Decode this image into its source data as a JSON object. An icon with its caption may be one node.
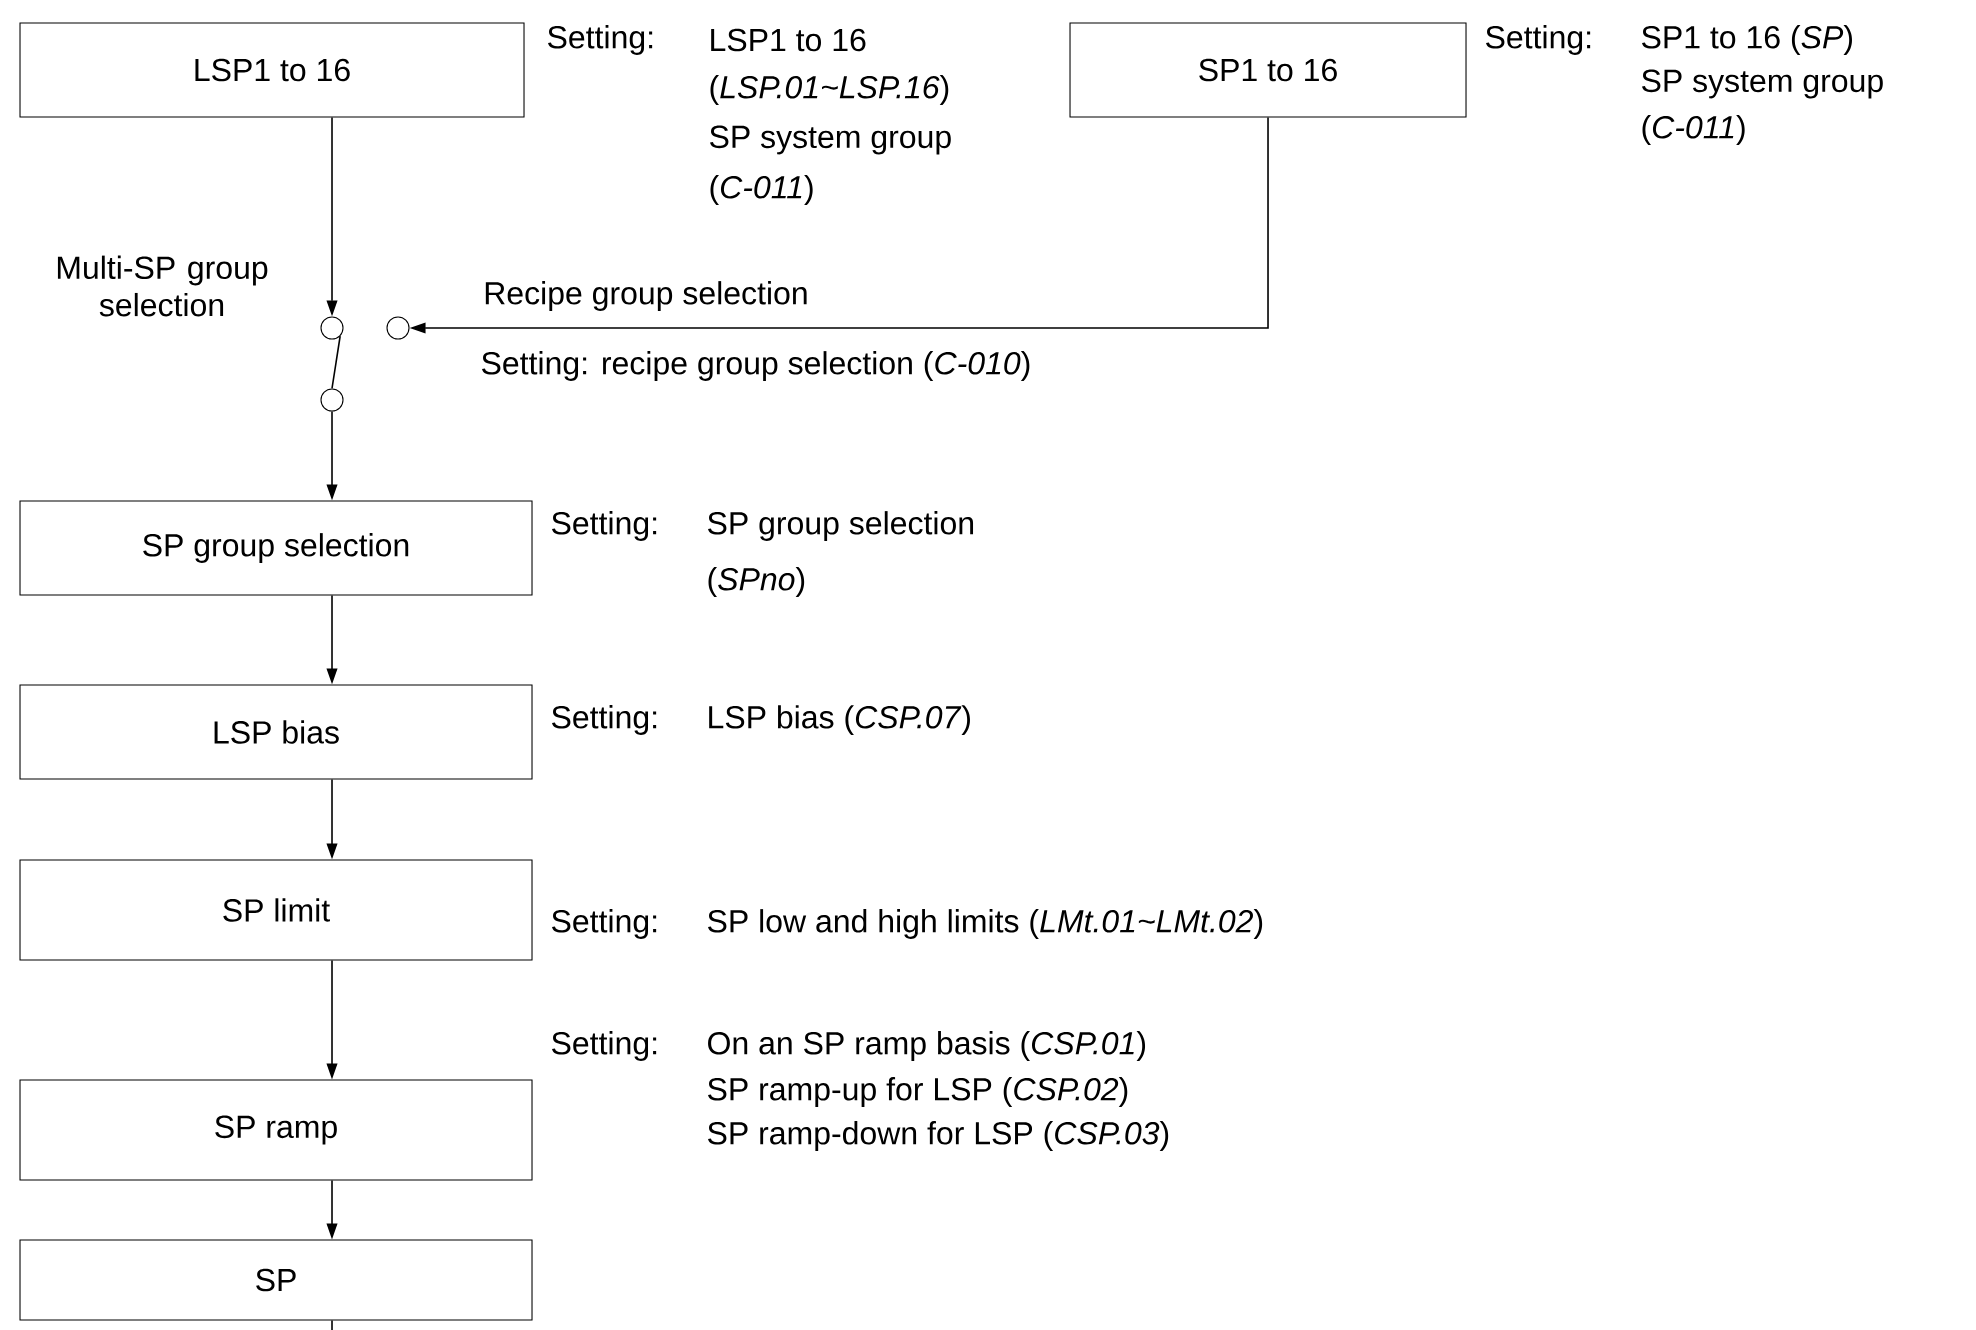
{
  "diagram": {
    "nodes": [
      {
        "text": [
          "LSP1 to 16"
        ],
        "beside": [
          "Setting:",
          "LSP1 to 16",
          "(*LSP.01~LSP.16*)",
          "SP system group",
          "(*C-011*)"
        ]
      },
      {
        "text": [
          "SP1 to 16"
        ],
        "beside": [
          "Setting:",
          "SP1 to 16 (*SP*)",
          "SP system group",
          "(*C-011*)"
        ]
      },
      {
        "text": [],
        "shape": "circle"
      },
      {
        "text": [],
        "shape": "circle"
      },
      {
        "text": [],
        "shape": "circle"
      },
      {
        "text": [
          "SP group selection"
        ],
        "beside": [
          "Setting:",
          "SP group selection",
          "(*SPno*)"
        ]
      },
      {
        "text": [
          "LSP bias"
        ],
        "beside": [
          "Setting:",
          "LSP bias (*CSP.07*)"
        ]
      },
      {
        "text": [
          "SP limit"
        ],
        "beside": [
          "Setting:",
          "SP low and high limits (*LMt.01~LMt.02*)"
        ]
      },
      {
        "text": [
          "SP ramp"
        ],
        "beside": [
          "Setting:",
          "On an SP ramp basis (*CSP.01*)",
          "SP ramp-up for LSP (*CSP.02*)",
          "SP ramp-down for LSP (*CSP.03*)"
        ]
      },
      {
        "text": [
          "SP"
        ]
      }
    ],
    "edges": [
      {
        "from": 0,
        "to": 2,
        "arrow": "to"
      },
      {
        "from": 1,
        "to": 3,
        "arrow": "to",
        "label": "Recipe group selection"
      },
      {
        "from": 4,
        "to": 2,
        "arrow": "none"
      },
      {
        "from": 4,
        "to": 5,
        "arrow": "to"
      },
      {
        "from": 5,
        "to": 6,
        "arrow": "to"
      },
      {
        "from": 6,
        "to": 7,
        "arrow": "to"
      },
      {
        "from": 7,
        "to": 8,
        "arrow": "to"
      },
      {
        "from": 8,
        "to": 9,
        "arrow": "to"
      },
      {
        "from": 9,
        "to": null,
        "arrow": "none"
      }
    ],
    "labels": [
      "Multi-SP group selection",
      "Setting: recipe group selection (*C-010*)"
    ]
  }
}
